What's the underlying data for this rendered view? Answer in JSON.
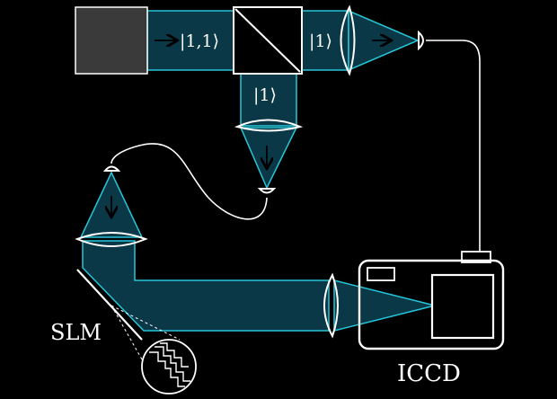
{
  "diagram": {
    "colors": {
      "background": "#000000",
      "beam_fill": "#0b3846",
      "beam_edge": "#26c6d8",
      "component_stroke": "#ffffff",
      "source_fill": "#3a3a3a",
      "arrow": "#000000"
    },
    "labels": {
      "pair_state": "|1,1⟩",
      "state_right": "|1⟩",
      "state_down": "|1⟩",
      "slm": "SLM",
      "iccd": "ICCD"
    },
    "icons": [
      "source-box",
      "beam-splitter",
      "lens",
      "fiber-coupler",
      "optical-fiber",
      "spatial-light-modulator",
      "slm-pixel-magnifier",
      "iccd-camera"
    ]
  }
}
